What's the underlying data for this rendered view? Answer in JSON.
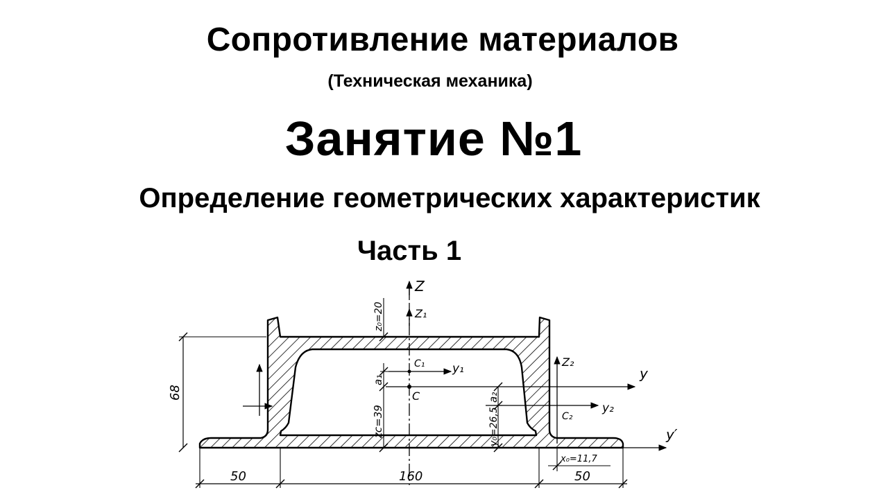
{
  "slide": {
    "title": "Сопротивление материалов",
    "subtitle": "(Техническая механика)",
    "lesson": "Занятие №1",
    "topic": "Определение геометрических характеристик",
    "part": "Часть 1"
  },
  "drawing": {
    "axis_labels": {
      "z": "Z",
      "z1": "Z₁",
      "z2": "Z₂",
      "y": "y",
      "y1": "y₁",
      "y2": "y₂",
      "y_prime": "y′"
    },
    "point_labels": {
      "c": "C",
      "c1": "C₁",
      "c2": "C₂"
    },
    "distance_labels": {
      "a1": "a₁",
      "a2": "a₂"
    },
    "dimensions": {
      "height": "68",
      "flange_left": "50",
      "web_span": "160",
      "flange_right": "50",
      "z0": "z₀=20",
      "zc": "zc=39",
      "y0": "y₀=26,5",
      "x0": "x₀=11,7"
    }
  }
}
